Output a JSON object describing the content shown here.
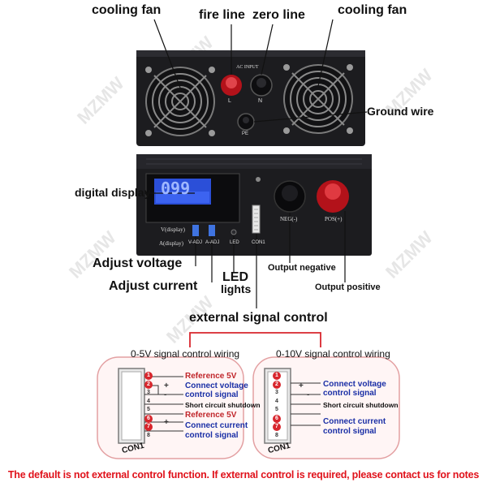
{
  "top_panel": {
    "labels": {
      "cooling_fan_left": "cooling fan",
      "fire_line": "fire line",
      "zero_line": "zero line",
      "cooling_fan_right": "cooling fan",
      "ground_wire": "Ground wire"
    },
    "panel_text": {
      "ac_input": "AC INPUT",
      "l": "L",
      "n": "N",
      "pe": "PE"
    }
  },
  "front_panel": {
    "labels": {
      "digital_display": "digital display",
      "adjust_voltage": "Adjust voltage",
      "adjust_current": "Adjust current",
      "led_lights_1": "LED",
      "led_lights_2": "lights",
      "output_negative": "Output negative",
      "output_positive": "Output positive"
    },
    "panel_text": {
      "display_reading": "099",
      "v_display": "V(display)",
      "a_display": "A(display)",
      "v_adj": "V-ADJ",
      "a_adj": "A-ADJ",
      "led": "LED",
      "con1": "CON1",
      "neg": "NEG(-)",
      "pos": "POS(+)"
    }
  },
  "external_control": {
    "title": "external signal control",
    "left": {
      "title": "0-5V signal control wiring",
      "pins": [
        "1",
        "2",
        "3",
        "4",
        "5",
        "6",
        "7",
        "8"
      ],
      "plus": "+",
      "minus": "-",
      "ref1": "Reference 5V",
      "cv1": "Connect voltage",
      "cv2": "control signal",
      "short": "Short circuit shutdown",
      "ref2": "Reference 5V",
      "cc1": "Connect current",
      "cc2": "control signal",
      "con": "CON1"
    },
    "right": {
      "title": "0-10V signal control wiring",
      "pins": [
        "1",
        "2",
        "3",
        "4",
        "5",
        "6",
        "7",
        "8"
      ],
      "plus": "+",
      "minus": "-",
      "cv1": "Connect voltage",
      "cv2": "control signal",
      "short": "Short circuit shutdown",
      "cc1": "Connect current",
      "cc2": "control signal",
      "con": "CON1"
    }
  },
  "watermark": "MZMW",
  "footer_note": "The default is not external control function. If external control is required, please contact us for notes",
  "colors": {
    "case": "#1c1c1f",
    "fire_knob": "#b3121a",
    "display_blue": "#2b4fd8",
    "callout_red": "#d8262d",
    "note_red": "#e0121b",
    "signal_blue": "#1a2fa6"
  }
}
